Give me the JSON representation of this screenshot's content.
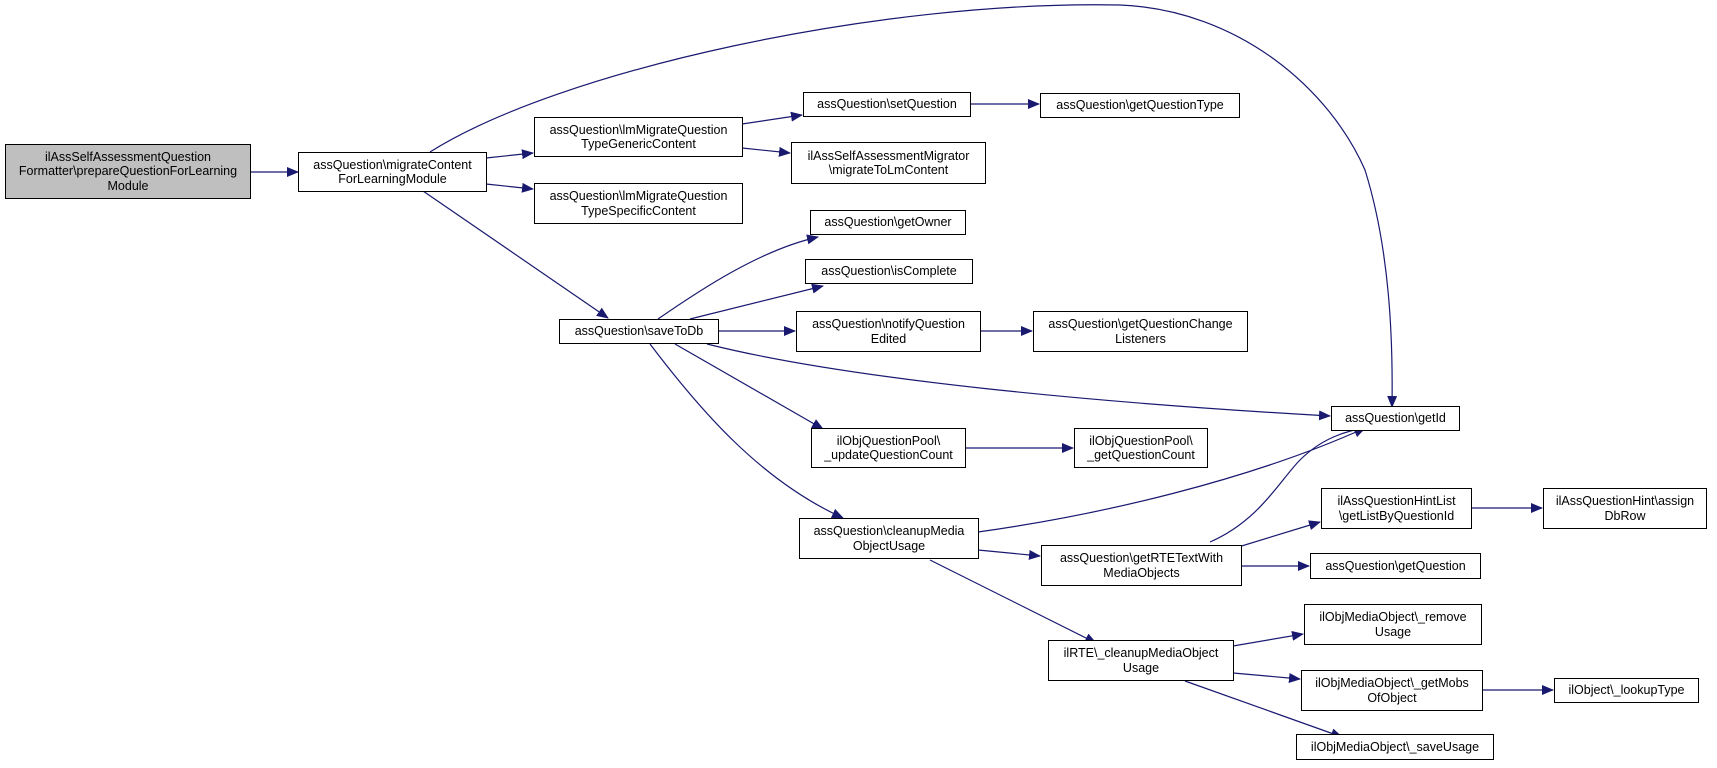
{
  "colors": {
    "edge": "#191970",
    "node_border": "#000000",
    "node_fill": "#ffffff",
    "root_fill": "#bfbfbf"
  },
  "nodes": {
    "root": {
      "lines": [
        "ilAssSelfAssessmentQuestion",
        "Formatter\\prepareQuestionForLearning",
        "Module"
      ]
    },
    "migrateContent": {
      "lines": [
        "assQuestion\\migrateContent",
        "ForLearningModule"
      ]
    },
    "lmGeneric": {
      "lines": [
        "assQuestion\\lmMigrateQuestion",
        "TypeGenericContent"
      ]
    },
    "lmSpecific": {
      "lines": [
        "assQuestion\\lmMigrateQuestion",
        "TypeSpecificContent"
      ]
    },
    "setQuestion": {
      "lines": [
        "assQuestion\\setQuestion"
      ]
    },
    "getQuestionType": {
      "lines": [
        "assQuestion\\getQuestionType"
      ]
    },
    "migrator": {
      "lines": [
        "ilAssSelfAssessmentMigrator",
        "\\migrateToLmContent"
      ]
    },
    "getOwner": {
      "lines": [
        "assQuestion\\getOwner"
      ]
    },
    "isComplete": {
      "lines": [
        "assQuestion\\isComplete"
      ]
    },
    "saveToDb": {
      "lines": [
        "assQuestion\\saveToDb"
      ]
    },
    "notifyEdited": {
      "lines": [
        "assQuestion\\notifyQuestion",
        "Edited"
      ]
    },
    "changeListeners": {
      "lines": [
        "assQuestion\\getQuestionChange",
        "Listeners"
      ]
    },
    "getId": {
      "lines": [
        "assQuestion\\getId"
      ]
    },
    "updateCount": {
      "lines": [
        "ilObjQuestionPool\\",
        "_updateQuestionCount"
      ]
    },
    "getCount": {
      "lines": [
        "ilObjQuestionPool\\",
        "_getQuestionCount"
      ]
    },
    "cleanupMedia": {
      "lines": [
        "assQuestion\\cleanupMedia",
        "ObjectUsage"
      ]
    },
    "hintList": {
      "lines": [
        "ilAssQuestionHintList",
        "\\getListByQuestionId"
      ]
    },
    "assignDbRow": {
      "lines": [
        "ilAssQuestionHint\\assign",
        "DbRow"
      ]
    },
    "rteText": {
      "lines": [
        "assQuestion\\getRTETextWith",
        "MediaObjects"
      ]
    },
    "getQuestion": {
      "lines": [
        "assQuestion\\getQuestion"
      ]
    },
    "removeUsage": {
      "lines": [
        "ilObjMediaObject\\_remove",
        "Usage"
      ]
    },
    "rteCleanup": {
      "lines": [
        "ilRTE\\_cleanupMediaObject",
        "Usage"
      ]
    },
    "getMobs": {
      "lines": [
        "ilObjMediaObject\\_getMobs",
        "OfObject"
      ]
    },
    "lookupType": {
      "lines": [
        "ilObject\\_lookupType"
      ]
    },
    "saveUsage": {
      "lines": [
        "ilObjMediaObject\\_saveUsage"
      ]
    }
  }
}
